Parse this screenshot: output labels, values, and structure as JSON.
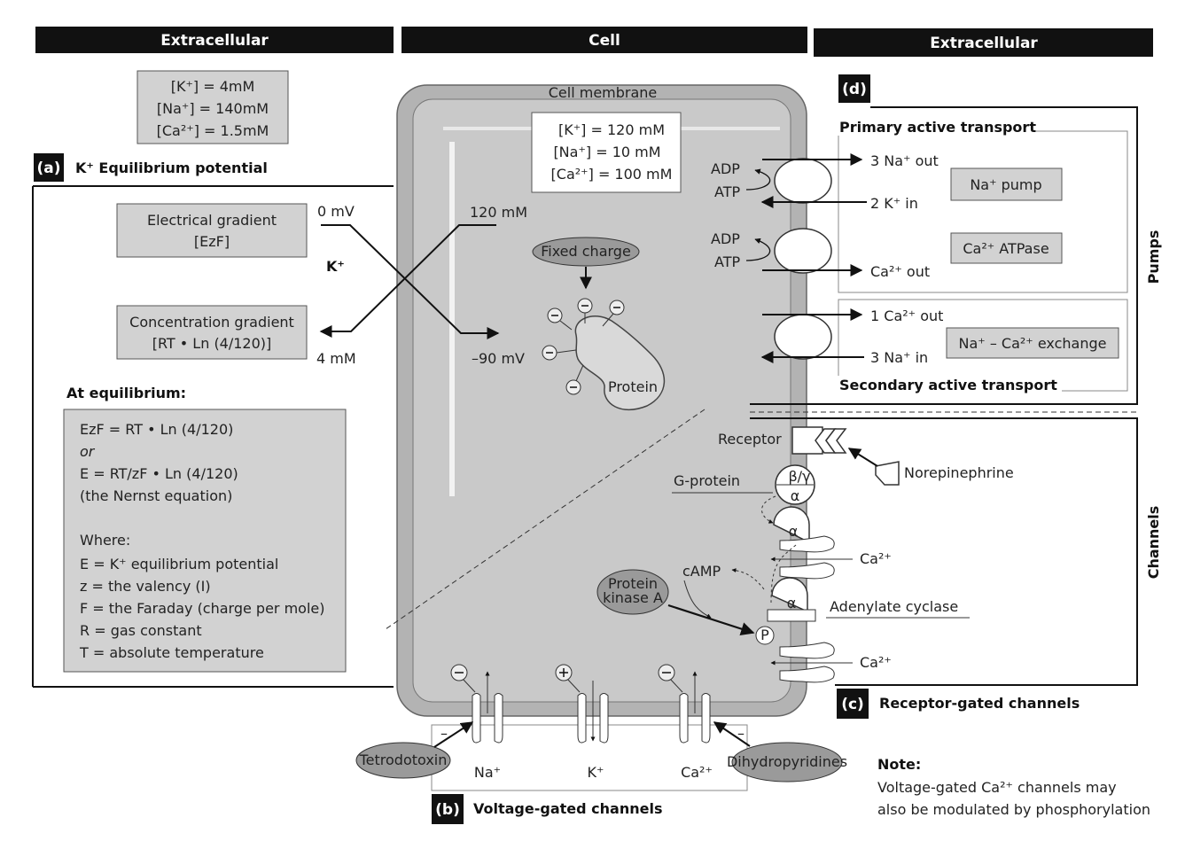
{
  "headers": {
    "left": "Extracellular",
    "center": "Cell",
    "right": "Extracellular"
  },
  "extracellular_conc": [
    "[K⁺] = 4mM",
    "[Na⁺] = 140mM",
    "[Ca²⁺] = 1.5mM"
  ],
  "intracellular_conc": [
    "[K⁺] = 120 mM",
    "[Na⁺] = 10 mM",
    "[Ca²⁺] = 100 mM"
  ],
  "cell_membrane": "Cell membrane",
  "panel_a": {
    "letter": "(a)",
    "title": "K⁺ Equilibrium potential",
    "electrical_gradient": [
      "Electrical gradient",
      "[EzF]"
    ],
    "concentration_gradient": [
      "Concentration gradient",
      "[RT • Ln (4/120)]"
    ],
    "zero_mv": "0 mV",
    "k_ion": "K⁺",
    "four_mm": "4 mM",
    "one_twenty_mm": "120 mM",
    "minus_ninety": "–90 mV",
    "at_equilibrium": "At equilibrium:",
    "equation_lines": [
      "EzF = RT • Ln (4/120)",
      "or",
      "E = RT/zF • Ln (4/120)",
      "(the Nernst equation)",
      "",
      "Where:",
      "E = K⁺ equilibrium potential",
      "z = the valency (I)",
      "F = the Faraday (charge per mole)",
      "R = gas constant",
      "T = absolute temperature"
    ]
  },
  "fixed_charge": "Fixed charge",
  "protein": "Protein",
  "panel_b": {
    "letter": "(b)",
    "title": "Voltage-gated channels",
    "tetrodotoxin": "Tetrodotoxin",
    "dihydropyridines": "Dihydropyridines",
    "na": "Na⁺",
    "k": "K⁺",
    "ca": "Ca²⁺"
  },
  "panel_c": {
    "letter": "(c)",
    "title": "Receptor-gated channels",
    "receptor": "Receptor",
    "norepinephrine": "Norepinephrine",
    "g_protein": "G-protein",
    "beta_gamma": "β/γ",
    "alpha": "α",
    "camp": "cAMP",
    "pka": [
      "Protein",
      "kinase A"
    ],
    "p": "P",
    "adenylate_cyclase": "Adenylate cyclase",
    "ca1": "Ca²⁺",
    "ca2": "Ca²⁺",
    "channels_label": "Channels"
  },
  "panel_d": {
    "letter": "(d)",
    "primary": "Primary active transport",
    "secondary": "Secondary active transport",
    "adp": "ADP",
    "atp": "ATP",
    "three_na_out": "3 Na⁺ out",
    "two_k_in": "2 K⁺ in",
    "na_pump": "Na⁺ pump",
    "ca_atpase": "Ca²⁺ ATPase",
    "ca_out": "Ca²⁺ out",
    "one_ca_out": "1 Ca²⁺ out",
    "three_na_in": "3 Na⁺ in",
    "na_ca_exchange": "Na⁺ – Ca²⁺ exchange",
    "pumps_label": "Pumps"
  },
  "note": {
    "title": "Note:",
    "lines": [
      "Voltage-gated Ca²⁺ channels may",
      "also be modulated by phosphorylation"
    ]
  },
  "colors": {
    "header_bg": "#111111",
    "cell_outer": "#b3b3b3",
    "cell_inner": "#c9c9c9",
    "box_fill": "#d2d2d2",
    "oval_fill": "#9a9a9a"
  }
}
